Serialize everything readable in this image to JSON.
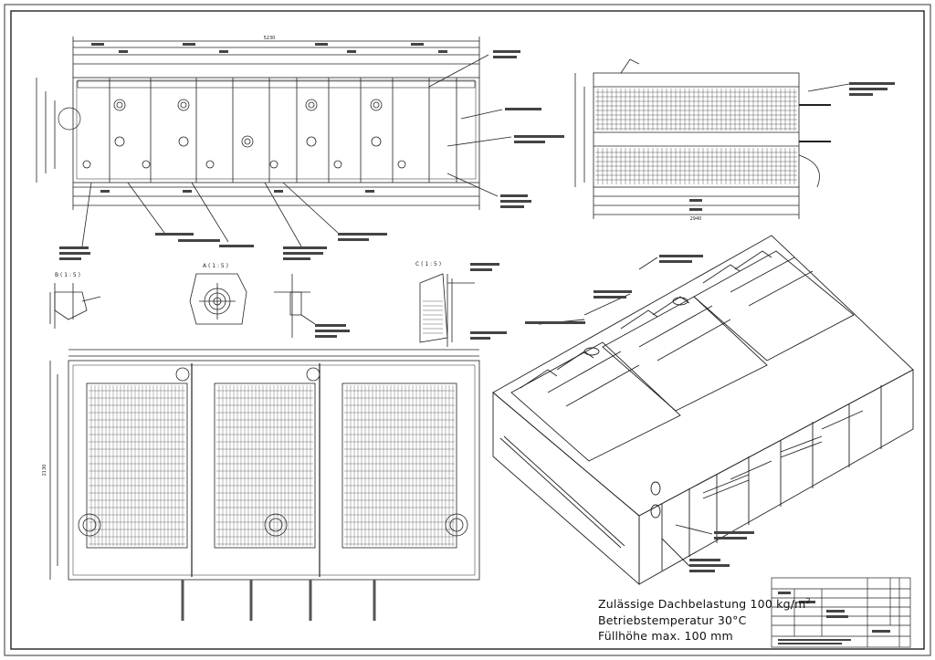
{
  "sheet": {
    "section_labels": {
      "b": "B ( 1 : 5 )",
      "a": "A ( 1 : 5 )",
      "c": "C ( 1 : 5 )"
    },
    "dimensions": {
      "overall_length": "5230",
      "right_width": "2940",
      "bottom_height": "2130"
    },
    "notes": [
      "Blechmaterial",
      "Bodenhalterung",
      "Zubehör",
      "Verschlussdeckel",
      "Füllstutzen"
    ],
    "specs": {
      "load_label": "Zulässige Dachbelastung 100 kg/m",
      "load_exp": "2",
      "temperature": "Betriebstemperatur 30°C",
      "fill_height": "Füllhöhe max. 100 mm"
    }
  }
}
